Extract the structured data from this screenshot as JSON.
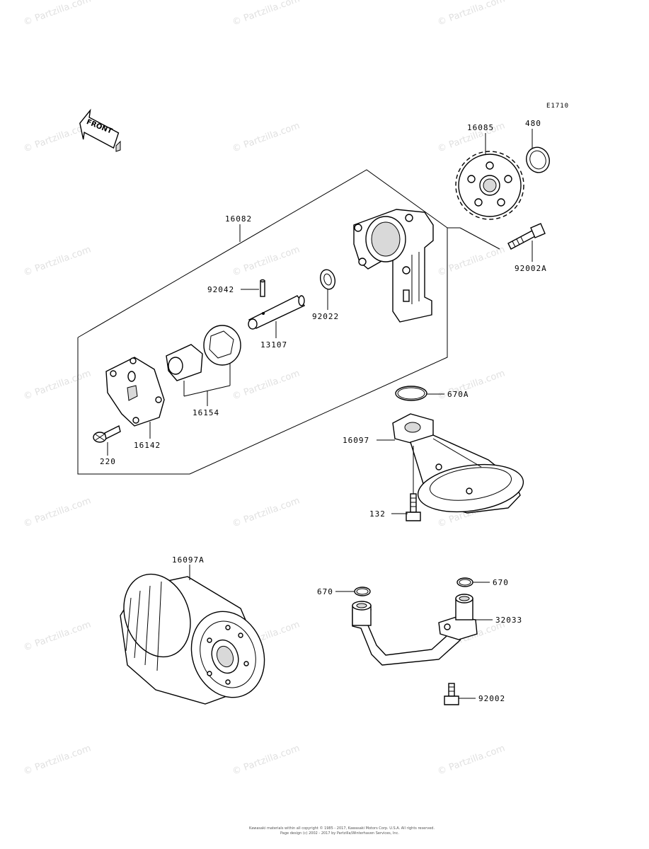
{
  "diagram": {
    "code": "E1710",
    "front_label": "FRONT",
    "watermark": "© Partzilla.com",
    "footer": [
      "Kawasaki materials within all copyright © 1985 - 2017, Kawasaki Motors Corp. U.S.A. All rights reserved.",
      "Page design (c) 2002 - 2017 by Partzilla/Winterhaven Services, Inc."
    ]
  },
  "parts": [
    {
      "id": "p16082",
      "number": "16082"
    },
    {
      "id": "p92042",
      "number": "92042"
    },
    {
      "id": "p92022",
      "number": "92022"
    },
    {
      "id": "p13107",
      "number": "13107"
    },
    {
      "id": "p16154",
      "number": "16154"
    },
    {
      "id": "p16142",
      "number": "16142"
    },
    {
      "id": "p220",
      "number": "220"
    },
    {
      "id": "p16085",
      "number": "16085"
    },
    {
      "id": "p480",
      "number": "480"
    },
    {
      "id": "p92002A",
      "number": "92002A"
    },
    {
      "id": "p670A",
      "number": "670A"
    },
    {
      "id": "p16097",
      "number": "16097"
    },
    {
      "id": "p132",
      "number": "132"
    },
    {
      "id": "p16097A",
      "number": "16097A"
    },
    {
      "id": "p670L",
      "number": "670"
    },
    {
      "id": "p670R",
      "number": "670"
    },
    {
      "id": "p32033",
      "number": "32033"
    },
    {
      "id": "p92002",
      "number": "92002"
    }
  ]
}
